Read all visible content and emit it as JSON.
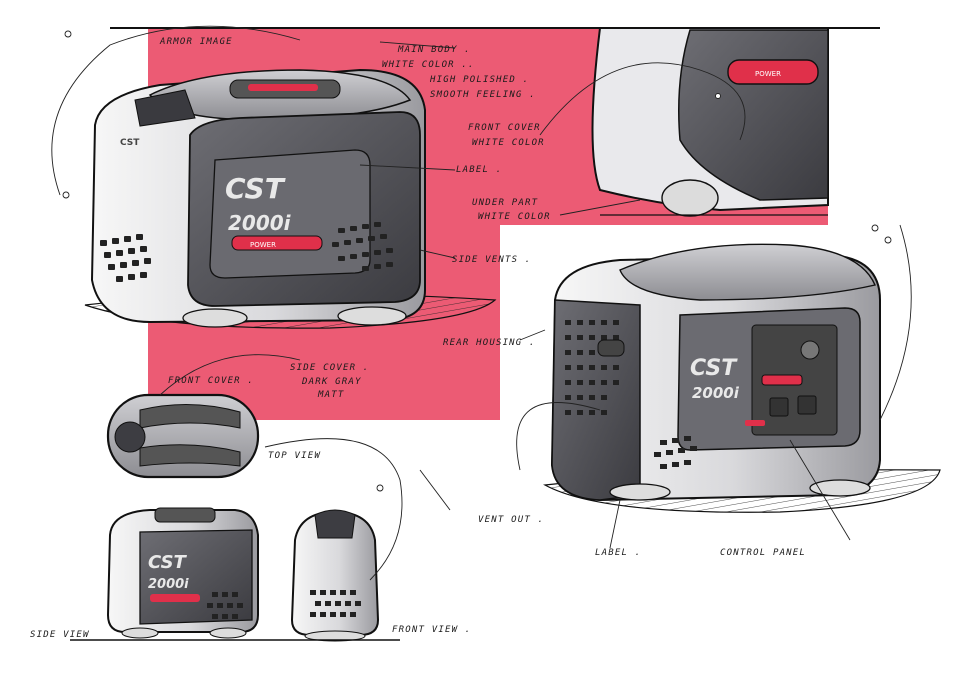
{
  "notes": {
    "armor_image": "ARMOR IMAGE",
    "main_body_1": "MAIN BODY .",
    "main_body_2": "WHITE COLOR ..",
    "main_body_3": "HIGH POLISHED .",
    "main_body_4": "SMOOTH FEELING .",
    "front_cover_white_1": "FRONT COVER",
    "front_cover_white_2": "WHITE COLOR",
    "label_1": "LABEL .",
    "under_part_1": "UNDER PART",
    "under_part_2": "WHITE COLOR",
    "side_vents": "SIDE VENTS .",
    "rear_housing": "REAR HOUSING .",
    "front_cover": "FRONT COVER .",
    "side_cover_1": "SIDE COVER .",
    "side_cover_2": "DARK GRAY",
    "side_cover_3": "MATT",
    "top_view": "TOP VIEW",
    "vent_out": "VENT OUT .",
    "label_2": "LABEL .",
    "control_panel": "CONTROL PANEL",
    "side_view": "SIDE VIEW",
    "front_view": "FRONT VIEW ."
  },
  "product": {
    "brand": "CST",
    "model": "2000i",
    "badge": "POWER"
  },
  "colors": {
    "accent_pink": "#ec5b74",
    "body_white": "#eeeeee",
    "dark_gray": "#5a5a5f",
    "ink": "#1a1a1a",
    "red_strip": "#e0304a"
  }
}
